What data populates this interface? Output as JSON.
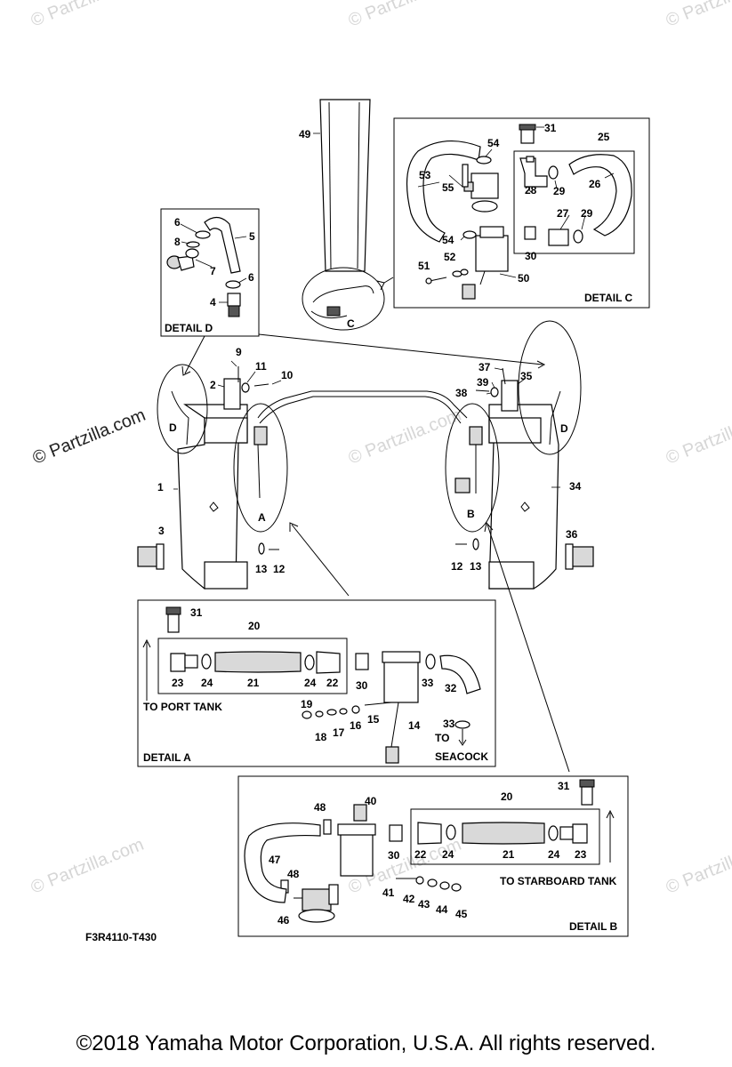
{
  "watermark": "© Partzilla.com",
  "watermark_main": "© Partzilla.com",
  "figure_code": "F3R4110-T430",
  "copyright": "©2018  Yamaha Motor Corporation, U.S.A. All rights reserved.",
  "details": {
    "a": "DETAIL A",
    "b": "DETAIL B",
    "c": "DETAIL C",
    "d": "DETAIL D"
  },
  "zone_letters": {
    "a": "A",
    "b": "B",
    "c": "C",
    "d_left": "D",
    "d_right": "D"
  },
  "notes": {
    "port_tank": "TO PORT TANK",
    "starboard_tank": "TO STARBOARD TANK",
    "to": "TO",
    "seacock": "SEACOCK"
  },
  "callouts": {
    "c1": "1",
    "c2": "2",
    "c3": "3",
    "c4": "4",
    "c5": "5",
    "c6a": "6",
    "c6b": "6",
    "c7": "7",
    "c8": "8",
    "c9": "9",
    "c10": "10",
    "c11": "11",
    "c12a": "12",
    "c12b": "12",
    "c13a": "13",
    "c13b": "13",
    "c14": "14",
    "c15": "15",
    "c16": "16",
    "c17": "17",
    "c18": "18",
    "c19": "19",
    "c20a": "20",
    "c20b": "20",
    "c21a": "21",
    "c21b": "21",
    "c22a": "22",
    "c22b": "22",
    "c23a": "23",
    "c23b": "23",
    "c24a": "24",
    "c24b": "24",
    "c24c": "24",
    "c24d": "24",
    "c25": "25",
    "c26": "26",
    "c27": "27",
    "c28": "28",
    "c29a": "29",
    "c29b": "29",
    "c30a": "30",
    "c30b": "30",
    "c30c": "30",
    "c31a": "31",
    "c31b": "31",
    "c31c": "31",
    "c32": "32",
    "c33a": "33",
    "c33b": "33",
    "c34": "34",
    "c35": "35",
    "c36": "36",
    "c37": "37",
    "c38": "38",
    "c39": "39",
    "c40": "40",
    "c41": "41",
    "c42": "42",
    "c43": "43",
    "c44": "44",
    "c45": "45",
    "c46": "46",
    "c47": "47",
    "c48a": "48",
    "c48b": "48",
    "c49": "49",
    "c50": "50",
    "c51": "51",
    "c52": "52",
    "c53": "53",
    "c54a": "54",
    "c54b": "54",
    "c55": "55"
  }
}
